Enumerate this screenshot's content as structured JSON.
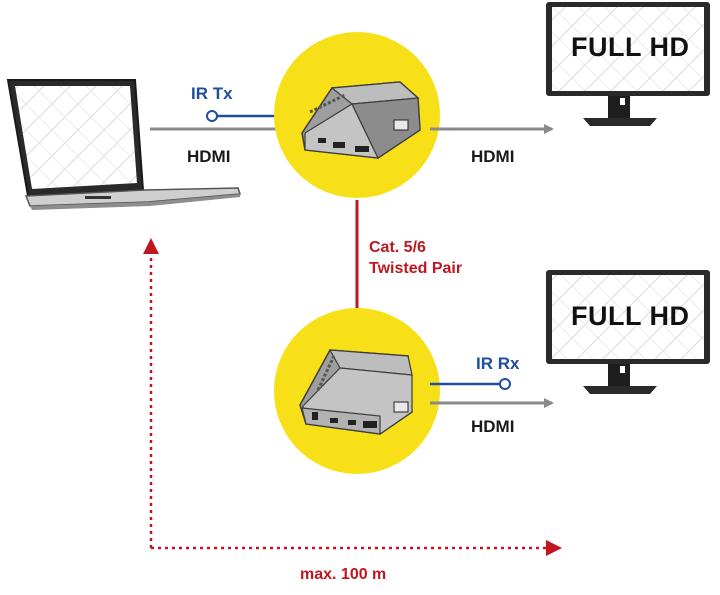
{
  "labels": {
    "ir_tx": "IR Tx",
    "ir_rx": "IR Rx",
    "hdmi_laptop": "HDMI",
    "hdmi_monitor_top": "HDMI",
    "hdmi_monitor_bottom": "HDMI",
    "cable_line1": "Cat. 5/6",
    "cable_line2": "Twisted Pair",
    "distance": "max. 100 m"
  },
  "monitors": {
    "top_screen_text": "FULL HD",
    "bottom_screen_text": "FULL HD"
  },
  "icons": [
    "laptop-icon",
    "transmitter-device-icon",
    "receiver-device-icon",
    "monitor-icon"
  ],
  "colors": {
    "hdmi_line": "#8a8a8a",
    "ir_line": "#1f4fa0",
    "cable_line": "#c0161f",
    "distance_arrow": "#c0161f",
    "device_circle": "#f7e017"
  }
}
